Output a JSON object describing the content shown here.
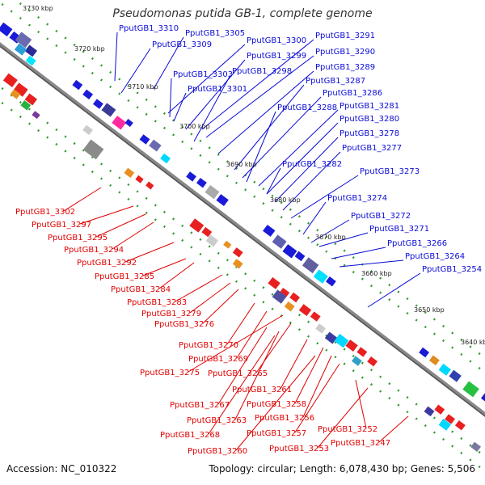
{
  "title": "Pseudomonas putida GB-1, complete genome",
  "footer": {
    "accession": "Accession: NC_010322",
    "topology": "Topology: circular; Length: 6,078,430 bp; Genes: 5,506"
  },
  "colors": {
    "forward_label": "#0b0bd6",
    "reverse_label": "#e00000",
    "backbone": "#888888",
    "ticks": "#2f9a2f"
  },
  "kbp_marks": [
    "3730 kbp",
    "3720 kbp",
    "3710 kbp",
    "3700 kbp",
    "3690 kbp",
    "3680 kbp",
    "3670 kbp",
    "3660 kbp",
    "3650 kbp",
    "3640 kbp"
  ],
  "forward_genes": [
    "PputGB1_3310",
    "PputGB1_3305",
    "PputGB1_3309",
    "PputGB1_3300",
    "PputGB1_3291",
    "PputGB1_3299",
    "PputGB1_3290",
    "PputGB1_3298",
    "PputGB1_3289",
    "PputGB1_3303",
    "PputGB1_3287",
    "PputGB1_3301",
    "PputGB1_3286",
    "PputGB1_3281",
    "PputGB1_3288",
    "PputGB1_3280",
    "PputGB1_3278",
    "PputGB1_3277",
    "PputGB1_3282",
    "PputGB1_3273",
    "PputGB1_3274",
    "PputGB1_3272",
    "PputGB1_3271",
    "PputGB1_3266",
    "PputGB1_3264",
    "PputGB1_3254"
  ],
  "reverse_genes": [
    "PputGB1_3302",
    "PputGB1_3297",
    "PputGB1_3295",
    "PputGB1_3294",
    "PputGB1_3292",
    "PputGB1_3285",
    "PputGB1_3284",
    "PputGB1_3283",
    "PputGB1_3279",
    "PputGB1_3276",
    "PputGB1_3270",
    "PputGB1_3269",
    "PputGB1_3275",
    "PputGB1_3265",
    "PputGB1_3261",
    "PputGB1_3267",
    "PputGB1_3258",
    "PputGB1_3263",
    "PputGB1_3256",
    "PputGB1_3268",
    "PputGB1_3257",
    "PputGB1_3252",
    "PputGB1_3260",
    "PputGB1_3253",
    "PputGB1_3247"
  ]
}
